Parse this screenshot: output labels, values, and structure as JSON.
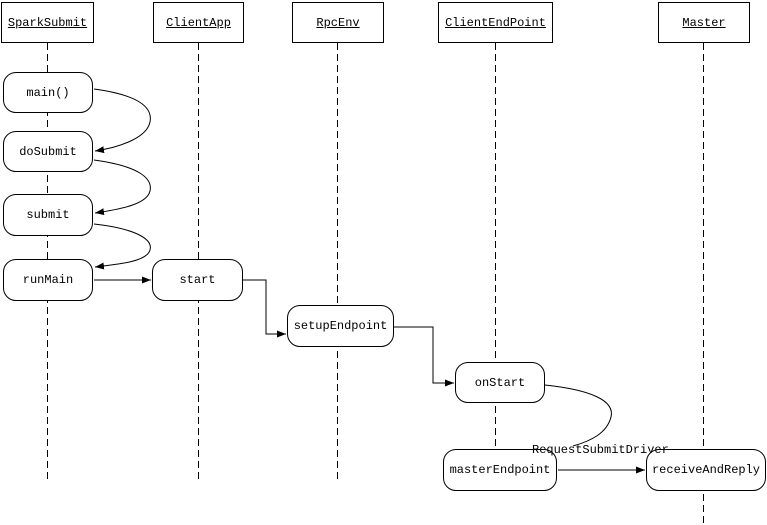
{
  "diagram_type": "uml-sequence-diagram",
  "colors": {
    "line": "#000000",
    "background": "#ffffff"
  },
  "lifelines": [
    {
      "label": "SparkSubmit"
    },
    {
      "label": "ClientApp"
    },
    {
      "label": "RpcEnv"
    },
    {
      "label": "ClientEndPoint"
    },
    {
      "label": "Master"
    }
  ],
  "activations": [
    {
      "label": "main()",
      "lifeline": "SparkSubmit"
    },
    {
      "label": "doSubmit",
      "lifeline": "SparkSubmit"
    },
    {
      "label": "submit",
      "lifeline": "SparkSubmit"
    },
    {
      "label": "runMain",
      "lifeline": "SparkSubmit"
    },
    {
      "label": "start",
      "lifeline": "ClientApp"
    },
    {
      "label": "setupEndpoint",
      "lifeline": "RpcEnv"
    },
    {
      "label": "onStart",
      "lifeline": "ClientEndPoint"
    },
    {
      "label": "masterEndpoint",
      "lifeline": "ClientEndPoint"
    },
    {
      "label": "receiveAndReply",
      "lifeline": "Master"
    }
  ],
  "messages": [
    {
      "from": "main()",
      "to": "doSubmit",
      "label": ""
    },
    {
      "from": "doSubmit",
      "to": "submit",
      "label": ""
    },
    {
      "from": "submit",
      "to": "runMain",
      "label": ""
    },
    {
      "from": "runMain",
      "to": "start",
      "label": ""
    },
    {
      "from": "start",
      "to": "setupEndpoint",
      "label": ""
    },
    {
      "from": "setupEndpoint",
      "to": "onStart",
      "label": ""
    },
    {
      "from": "onStart",
      "to": "masterEndpoint",
      "label": ""
    },
    {
      "from": "masterEndpoint",
      "to": "receiveAndReply",
      "label": "RequestSubmitDriver"
    }
  ]
}
